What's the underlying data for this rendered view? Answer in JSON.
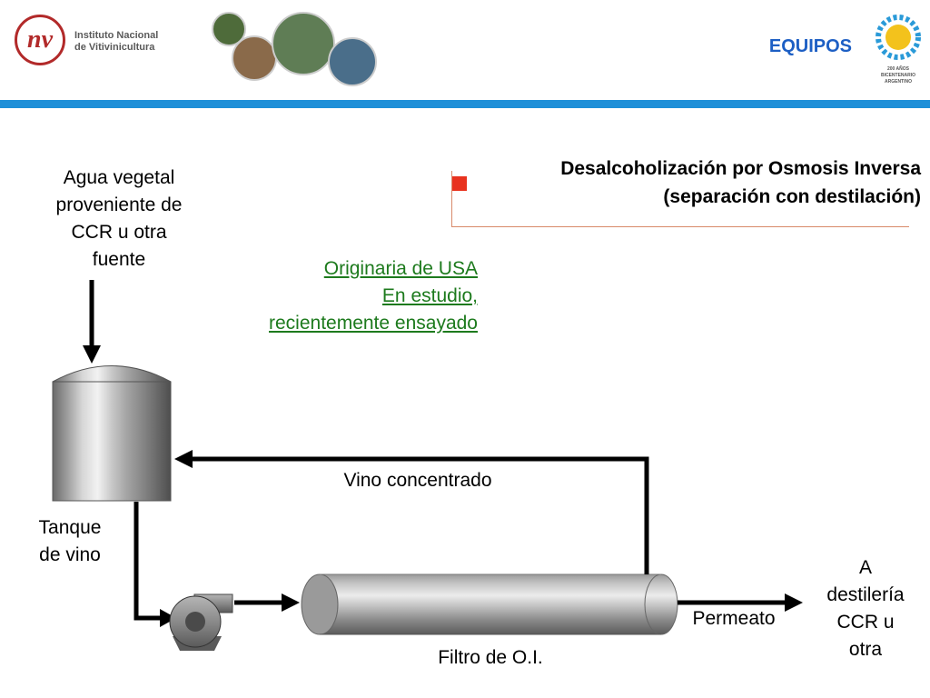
{
  "header": {
    "logo_mark": "nv",
    "logo_line1": "Instituto Nacional",
    "logo_line2": "de Vitivinicultura",
    "section_title": "EQUIPOS",
    "bicentenario_line1": "200 AÑOS",
    "bicentenario_line2": "BICENTENARIO",
    "bicentenario_line3": "ARGENTINO"
  },
  "slide": {
    "title_line1": "Desalcoholización por Osmosis Inversa",
    "title_line2": "(separación con destilación)",
    "bullet_color": "#e8321e"
  },
  "notes": {
    "line1": "Originaria de USA",
    "line2": "En estudio,",
    "line3": "recientemente ensayado"
  },
  "labels": {
    "source_1": "Agua vegetal",
    "source_2": "proveniente de",
    "source_3": "CCR u otra",
    "source_4": "fuente",
    "tank_1": "Tanque",
    "tank_2": "de vino",
    "concentrate": "Vino concentrado",
    "filter": "Filtro de O.I.",
    "permeate": "Permeato",
    "dest_1": "A",
    "dest_2": "destilería",
    "dest_3": "CCR u",
    "dest_4": "otra"
  },
  "colors": {
    "accent_blue": "#1e8fd8",
    "title_blue": "#1d5fc4",
    "logo_red": "#b22a2a",
    "link_green": "#1d7a1d"
  }
}
